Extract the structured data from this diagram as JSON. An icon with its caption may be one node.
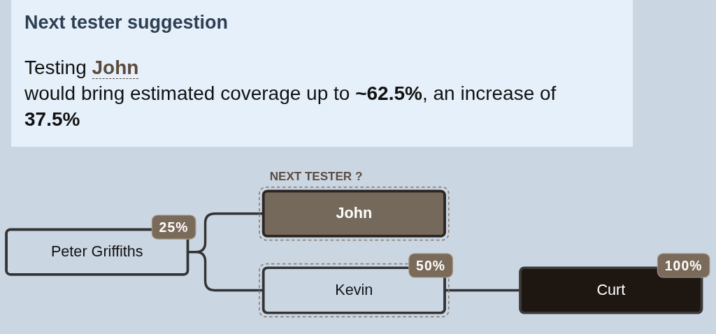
{
  "diagram": {
    "title": "Next tester suggestion",
    "nodes": [
      {
        "text": [
          "Peter Griffiths"
        ],
        "beside": [
          "25%"
        ]
      },
      {
        "text": [
          "John"
        ],
        "beside": [
          "NEXT TESTER ?"
        ]
      },
      {
        "text": [
          "Kevin"
        ],
        "beside": [
          "50%"
        ]
      },
      {
        "text": [
          "Curt"
        ],
        "beside": [
          "100%"
        ]
      }
    ],
    "edges": [
      {
        "from": 0,
        "to": 1,
        "arrow": "none"
      },
      {
        "from": 0,
        "to": 2,
        "arrow": "none"
      },
      {
        "from": 2,
        "to": 3,
        "arrow": "none"
      }
    ],
    "labels": [
      "Testing **John**",
      "would bring estimated coverage up to **~62.5%**, an increase of **37.5%**"
    ]
  }
}
